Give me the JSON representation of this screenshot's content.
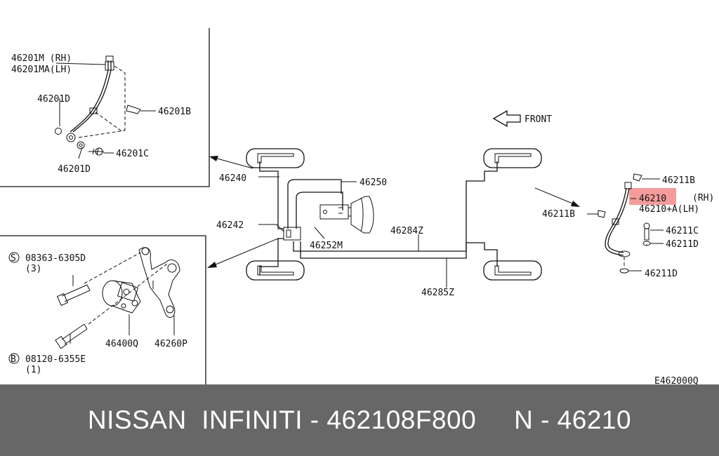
{
  "colors": {
    "highlight": "#f28b8b",
    "footer_bg": "#676767",
    "footer_text": "#ffffff"
  },
  "labels": {
    "p46201m": "46201M (RH)",
    "p46201ma": "46201MA(LH)",
    "p46201d_a": "46201D",
    "p46201b": "46201B",
    "p46201c": "46201C",
    "p46201d_b": "46201D",
    "p46240": "46240",
    "p46250": "46250",
    "p46242": "46242",
    "p46252m": "46252M",
    "p46284z": "46284Z",
    "p46285z": "46285Z",
    "front": "FRONT",
    "p46211b_a": "46211B",
    "p46210": "46210",
    "p46210_rh": "(RH)",
    "p46210a": "46210+A(LH)",
    "p46211b_b": "46211B",
    "p46211c": "46211C",
    "p46211d_a": "46211D",
    "p46211d_b": "46211D",
    "s_mark": "S",
    "s_part": "08363-6305D",
    "s_qty": "(3)",
    "p46400q": "46400Q",
    "p46260p": "46260P",
    "b_mark": "B",
    "b_part": "08120-6355E",
    "b_qty": "(1)",
    "ref": "E462000Q"
  },
  "footer": {
    "text": "NISSAN  INFINITI - 462108F800     N - 46210"
  }
}
